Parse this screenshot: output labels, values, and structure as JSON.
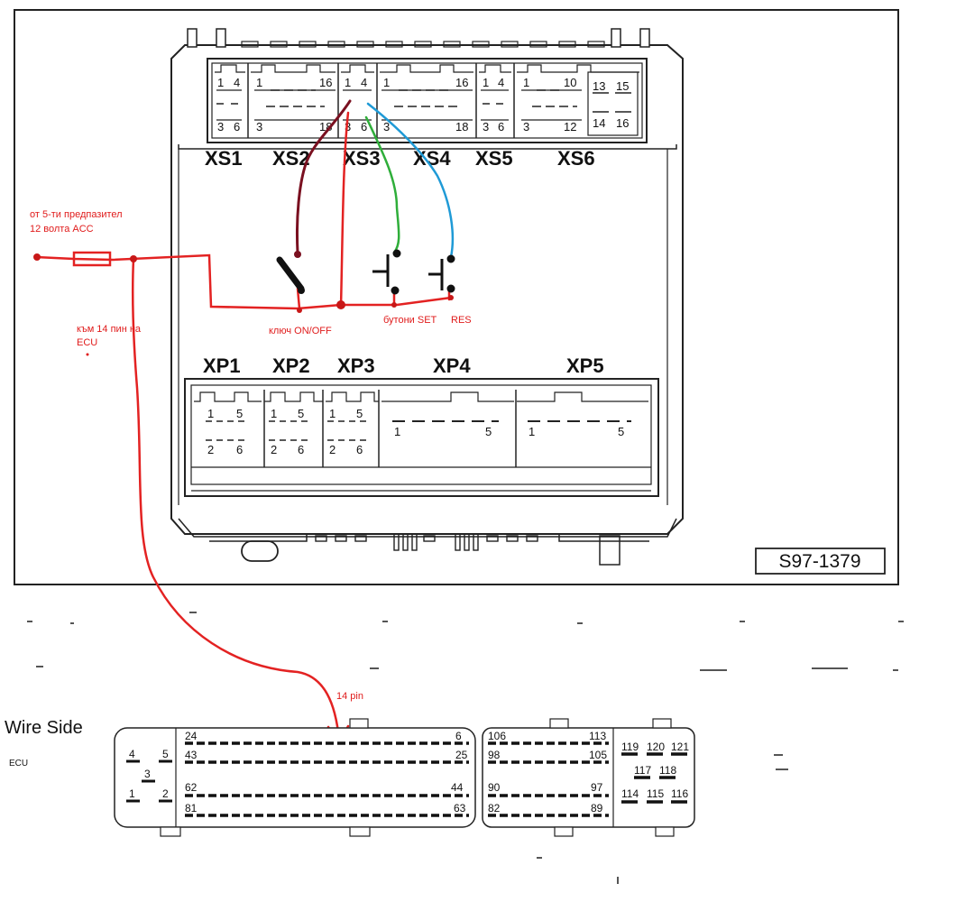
{
  "module": {
    "code": "S97-1379",
    "xs_connectors": [
      "XS1",
      "XS2",
      "XS3",
      "XS4",
      "XS5",
      "XS6"
    ],
    "xp_connectors": [
      "XP1",
      "XP2",
      "XP3",
      "XP4",
      "XP5"
    ],
    "xs1_pins": [
      "1",
      "4",
      "3",
      "6"
    ],
    "xs2_pins": [
      "1",
      "16",
      "3",
      "18"
    ],
    "xs3_pins": [
      "1",
      "4",
      "3",
      "6"
    ],
    "xs4_pins": [
      "1",
      "16",
      "3",
      "18"
    ],
    "xs5_pins": [
      "1",
      "4",
      "3",
      "6"
    ],
    "xs6_pins": [
      "1",
      "10",
      "3",
      "12",
      "13",
      "15",
      "14",
      "16"
    ],
    "xp1_pins": [
      "1",
      "5",
      "2",
      "6"
    ],
    "xp2_pins": [
      "1",
      "5",
      "2",
      "6"
    ],
    "xp3_pins": [
      "1",
      "5",
      "2",
      "6"
    ],
    "xp4_pins": [
      "1",
      "5"
    ],
    "xp5_pins": [
      "1",
      "5"
    ]
  },
  "annotations": {
    "fuse_line1": "от 5-ти предпазител",
    "fuse_line2": "12 волта ACC",
    "ecu_note_line1": "към 14 пин на",
    "ecu_note_line2": "ECU",
    "key_label": "ключ  ON/OFF",
    "buttons_label": "бутони SET",
    "res_label": "RES",
    "pin14_label": "14 pin"
  },
  "ecu": {
    "wire_side": "Wire Side",
    "label": "ECU",
    "left_pins": [
      "4",
      "5",
      "3",
      "1",
      "2"
    ],
    "main_block_pins": [
      "24",
      "6",
      "43",
      "25",
      "62",
      "44",
      "81",
      "63"
    ],
    "right_block_pins": [
      "106",
      "113",
      "98",
      "105",
      "90",
      "97",
      "82",
      "89"
    ],
    "right_extra_pins": [
      "119",
      "120",
      "121",
      "117",
      "118",
      "114",
      "115",
      "116"
    ]
  },
  "colors": {
    "wire_red": "#e32222",
    "wire_darkred": "#7a1020",
    "wire_green": "#2fae3a",
    "wire_blue": "#1f9ad6",
    "outline": "#222222"
  }
}
